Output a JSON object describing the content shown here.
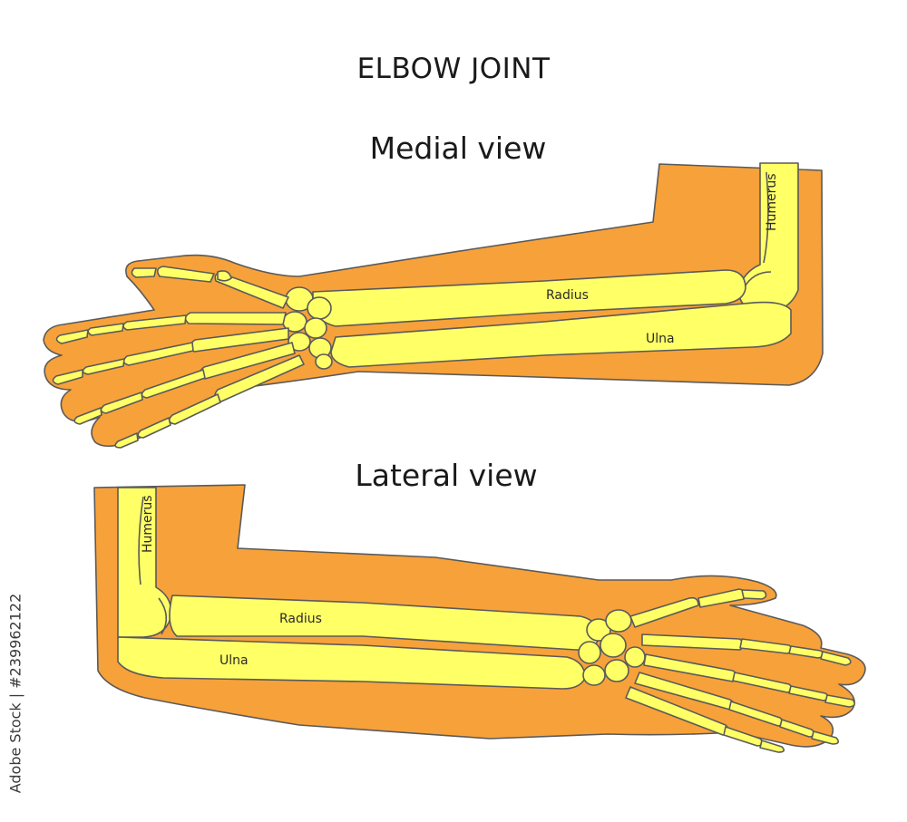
{
  "title": "ELBOW JOINT",
  "views": [
    {
      "heading": "Medial view",
      "labels": {
        "humerus": "Humerus",
        "radius": "Radius",
        "ulna": "Ulna"
      }
    },
    {
      "heading": "Lateral view",
      "labels": {
        "humerus": "Humerus",
        "radius": "Radius",
        "ulna": "Ulna"
      }
    }
  ],
  "watermark": "Adobe Stock | #239962122",
  "colors": {
    "skin": "#f7a13a",
    "bone": "#ffff66",
    "outline": "#5a5a5a",
    "background": "#ffffff"
  }
}
